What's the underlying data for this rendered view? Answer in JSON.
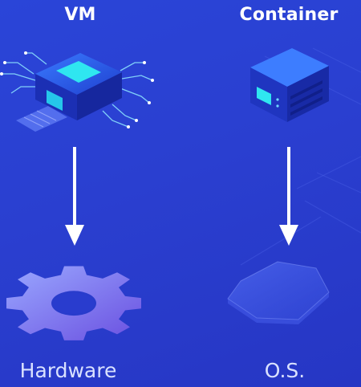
{
  "columns": {
    "vm": {
      "title": "VM",
      "label": "Hardware",
      "icon": "server-chip-icon",
      "target_icon": "gear-icon"
    },
    "container": {
      "title": "Container",
      "label": "O.S.",
      "icon": "server-box-icon",
      "target_icon": "hexagon-icon"
    }
  },
  "colors": {
    "background": "#2a3fd0",
    "accent_cyan": "#2fe6f0",
    "text": "#ffffff",
    "label_text": "#d9e1ff"
  }
}
